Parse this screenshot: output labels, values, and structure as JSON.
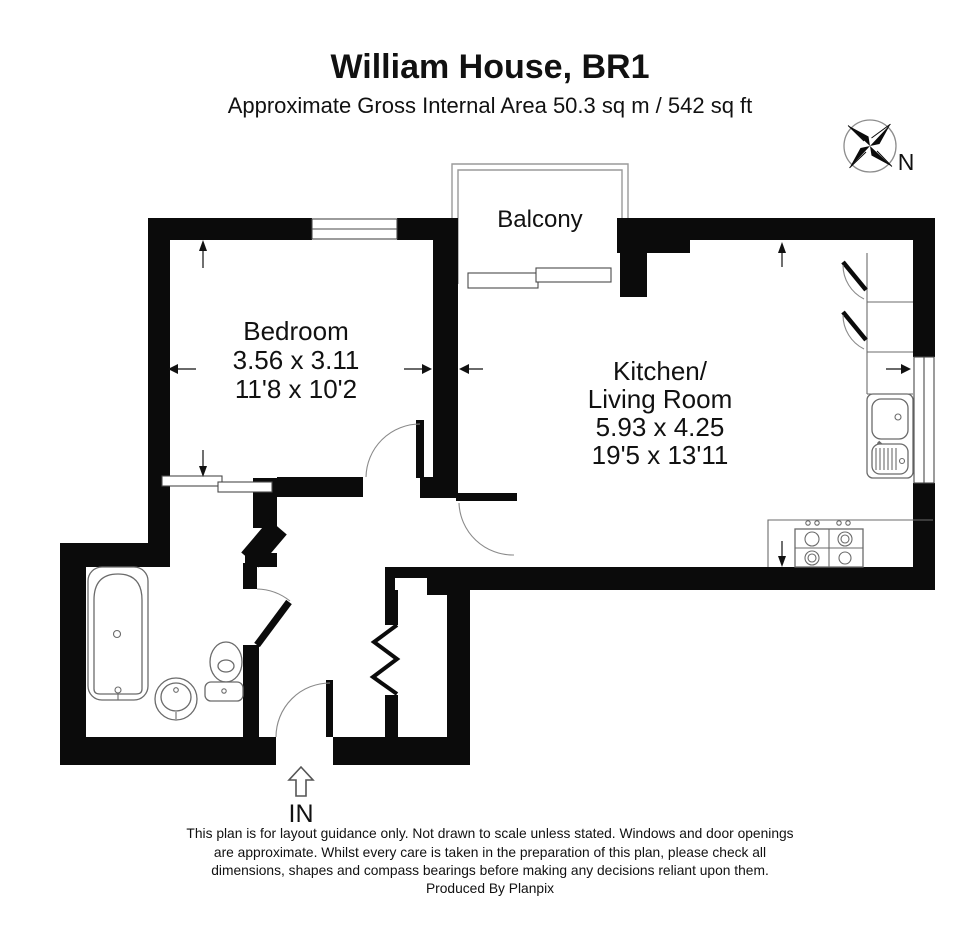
{
  "header": {
    "title": "William House, BR1",
    "subtitle": "Approximate Gross Internal Area 50.3 sq m / 542 sq ft"
  },
  "compass": {
    "label": "N"
  },
  "rooms": {
    "balcony": {
      "label": "Balcony"
    },
    "bedroom": {
      "label": "Bedroom",
      "dims_metric": "3.56 x 3.11",
      "dims_imperial": "11'8 x 10'2"
    },
    "kitchen_living": {
      "label_line1": "Kitchen/",
      "label_line2": "Living Room",
      "dims_metric": "5.93 x 4.25",
      "dims_imperial": "19'5 x 13'11"
    }
  },
  "entrance": {
    "label": "IN"
  },
  "footer": {
    "line1": "This plan is for layout guidance only. Not drawn to scale unless stated. Windows and door openings",
    "line2": "are approximate. Whilst every care is taken in the preparation of this plan, please check all",
    "line3": "dimensions, shapes and compass bearings before making any decisions reliant upon them.",
    "credit": "Produced By Planpix"
  },
  "colors": {
    "wall": "#0b0b0b",
    "fixture_line": "#6b6b6b",
    "balcony_line": "#9a9a9a",
    "text": "#111111",
    "background": "#ffffff"
  }
}
